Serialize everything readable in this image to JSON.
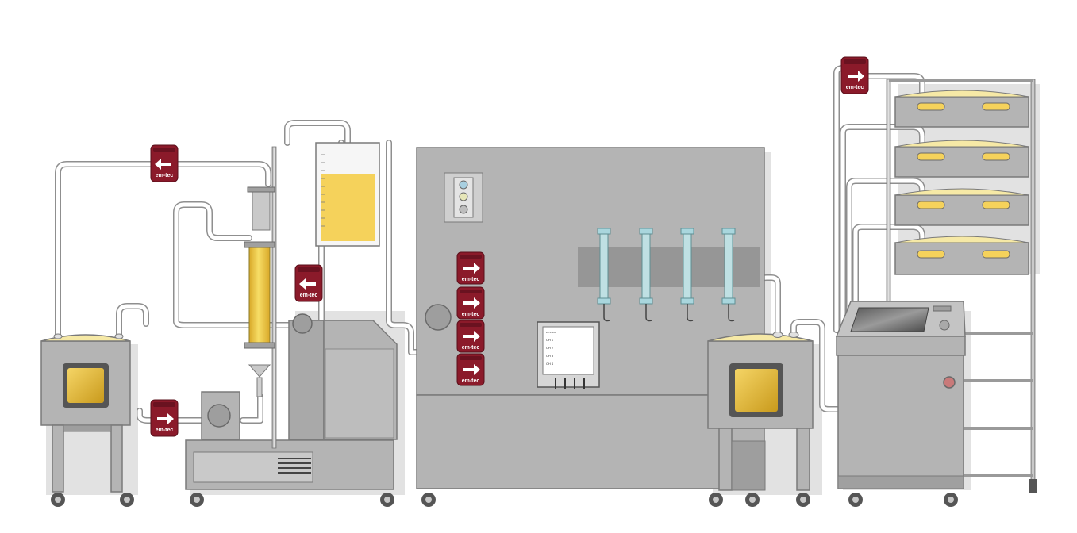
{
  "sensor": {
    "brand_label": "em-tec",
    "arrows": {
      "s1": "left",
      "s2": "right",
      "s3": "left",
      "s4": "right",
      "s5": "right",
      "s6": "right",
      "s7": "right",
      "s8": "right"
    }
  },
  "controller": {
    "title": "em-tec",
    "lines": [
      "CH 1",
      "CH 2",
      "CH 3",
      "CH 4"
    ]
  },
  "colors": {
    "equipment": "#b4b4b4",
    "equipment_dark": "#8a8a8a",
    "shadow": "#dedede",
    "pipe": "#ffffff",
    "pipe_outline": "#8f8f8f",
    "sensor_red": "#8b1a2a",
    "liquid": "#f3cf4e",
    "liquid_light": "#f7e28c",
    "glass": "#bfe0e3"
  },
  "icons": [
    "arrow-left-icon",
    "arrow-right-icon",
    "wheel-icon",
    "window-icon",
    "indicator-light-icon"
  ]
}
